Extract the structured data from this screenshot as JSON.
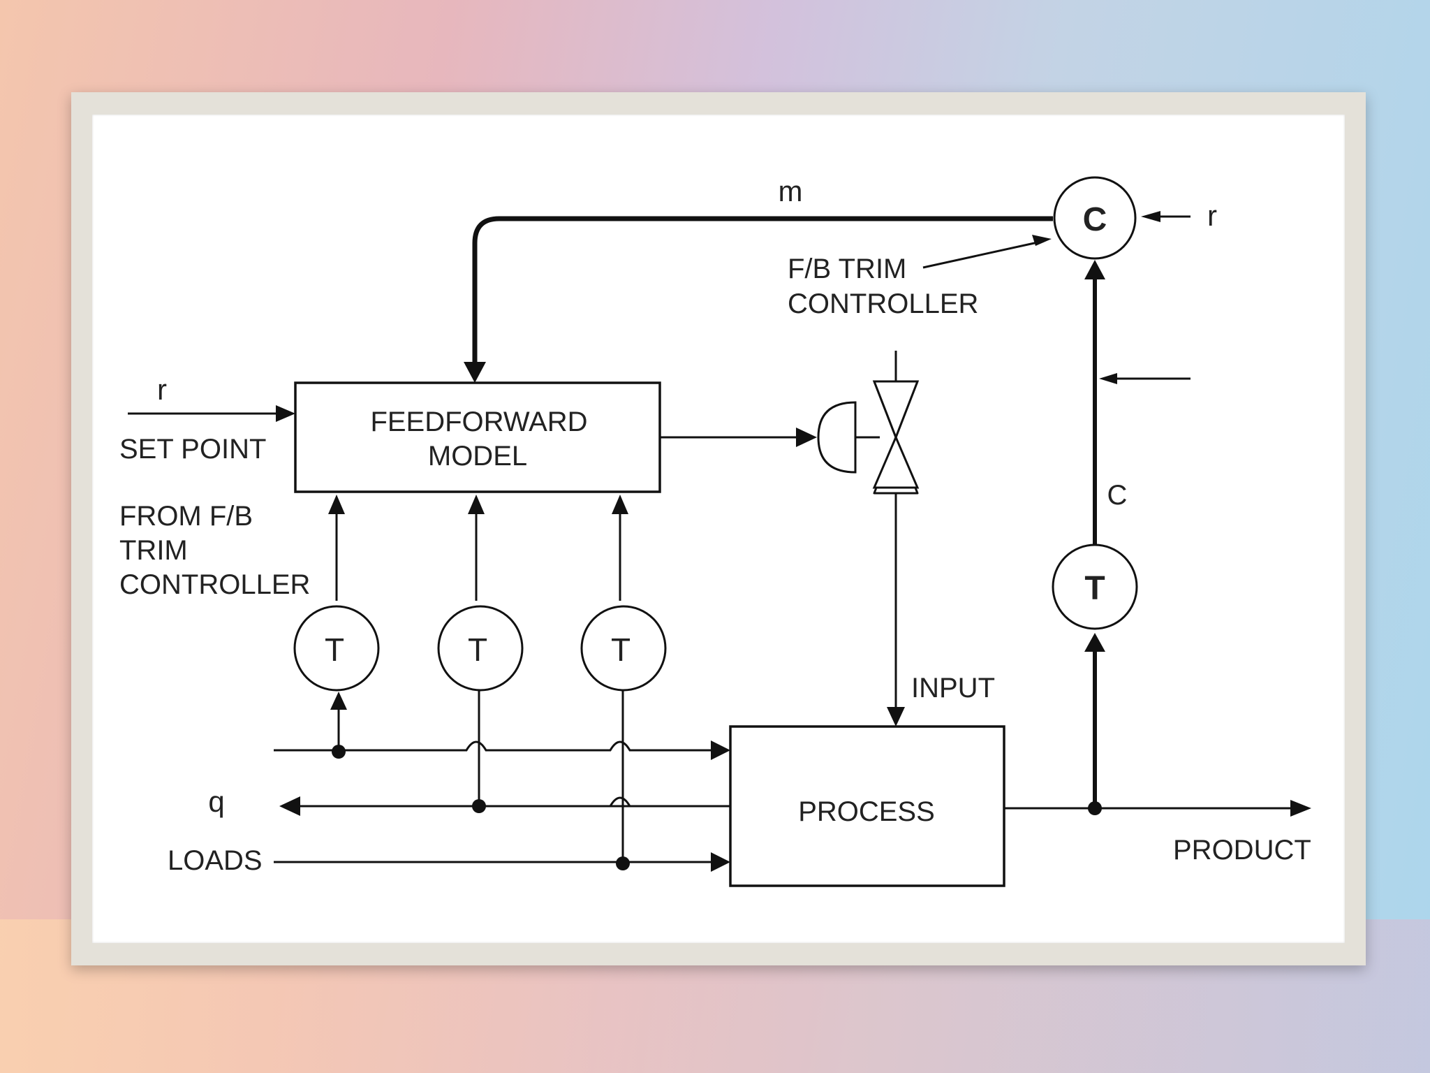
{
  "diagram": {
    "signals": {
      "m": "m",
      "r_top": "r",
      "r_setpoint": "r",
      "c": "C",
      "q": "q"
    },
    "labels": {
      "fb_trim_line1": "F/B TRIM",
      "fb_trim_line2": "CONTROLLER",
      "set_point": "SET POINT",
      "from_fb_line1": "FROM F/B",
      "from_fb_line2": "TRIM",
      "from_fb_line3": "CONTROLLER",
      "input": "INPUT",
      "loads": "LOADS",
      "product": "PRODUCT"
    },
    "blocks": {
      "feedforward_line1": "FEEDFORWARD",
      "feedforward_line2": "MODEL",
      "process": "PROCESS"
    },
    "symbols": {
      "controller": "C",
      "transmitter": "T"
    }
  }
}
